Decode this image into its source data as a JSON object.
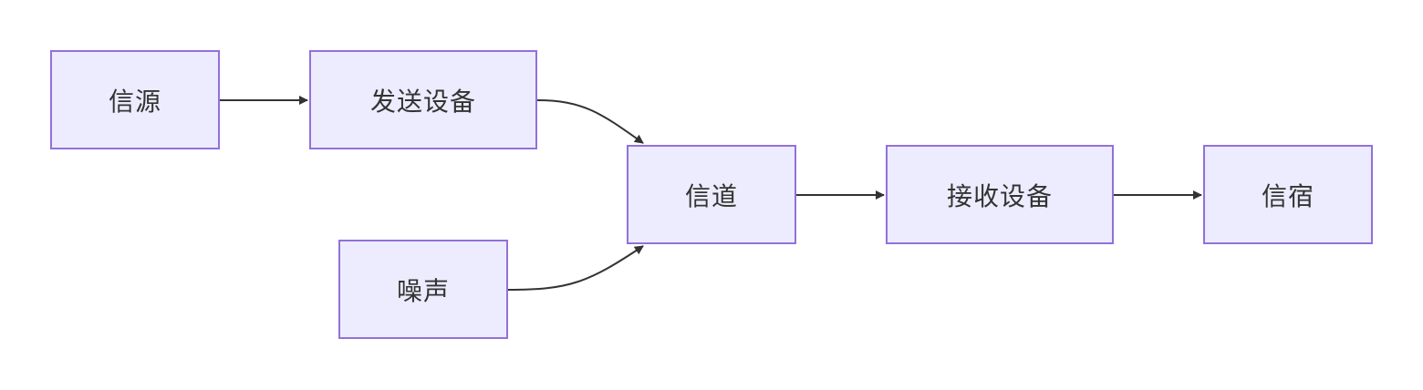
{
  "nodes": {
    "source": "信源",
    "transmitter": "发送设备",
    "channel": "信道",
    "receiver": "接收设备",
    "sink": "信宿",
    "noise": "噪声"
  },
  "edges": [
    {
      "from": "source",
      "to": "transmitter"
    },
    {
      "from": "transmitter",
      "to": "channel"
    },
    {
      "from": "noise",
      "to": "channel"
    },
    {
      "from": "channel",
      "to": "receiver"
    },
    {
      "from": "receiver",
      "to": "sink"
    }
  ],
  "colors": {
    "node_fill": "#ececfe",
    "node_border": "#9370db",
    "edge": "#333333",
    "text": "#333333"
  }
}
